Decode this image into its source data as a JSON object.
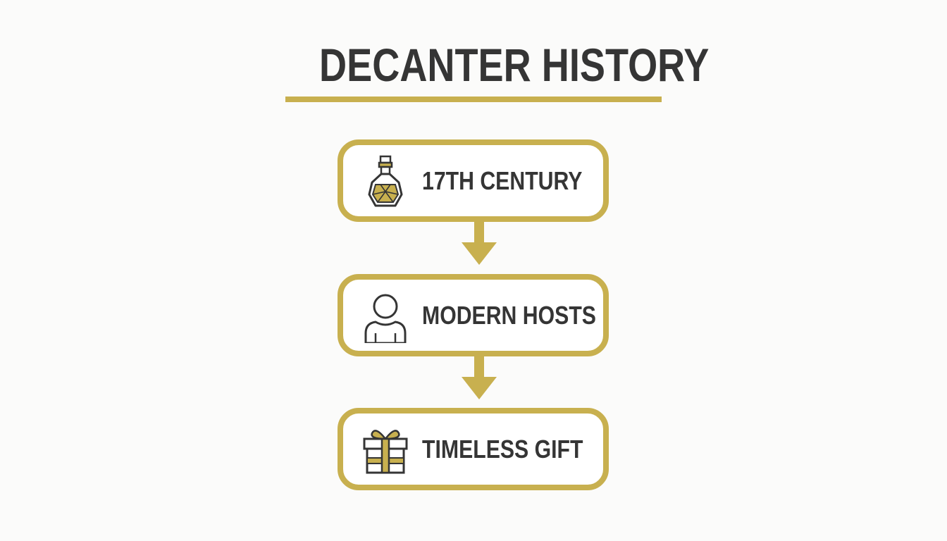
{
  "title": "DECANTER HISTORY",
  "colors": {
    "accent": "#c8b04f",
    "text": "#353535",
    "background": "#fbfbfa"
  },
  "steps": [
    {
      "label": "17TH CENTURY",
      "icon": "decanter-icon"
    },
    {
      "label": "MODERN HOSTS",
      "icon": "person-icon"
    },
    {
      "label": "TIMELESS GIFT",
      "icon": "gift-icon"
    }
  ]
}
